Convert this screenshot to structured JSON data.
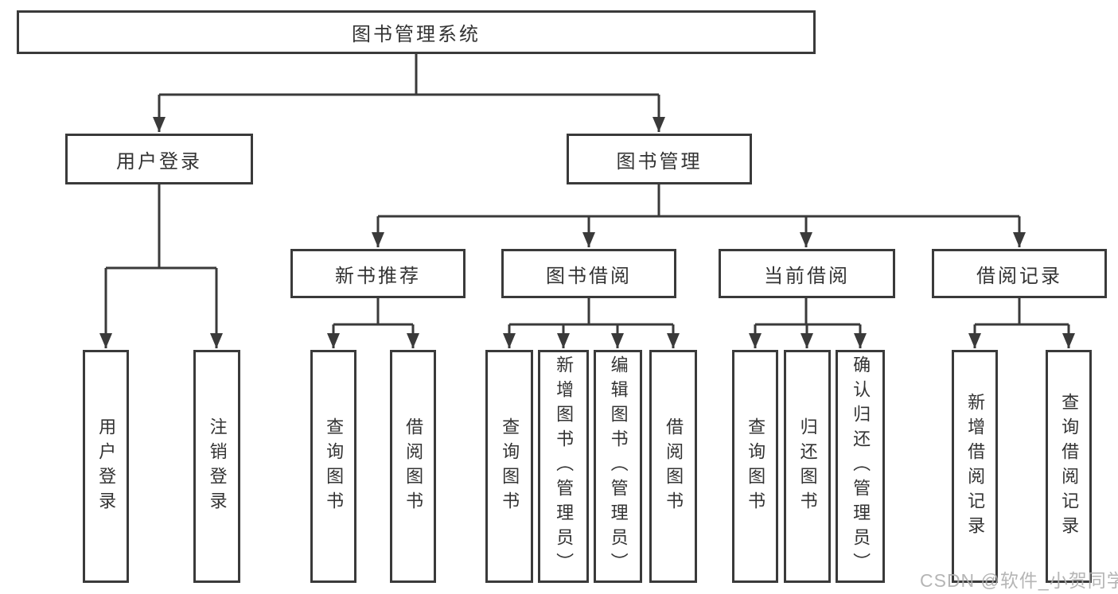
{
  "colors": {
    "line": "#3a3a3a",
    "box_border": "#3a3a3a",
    "text": "#333333",
    "watermark": "#aeaeae",
    "background": "#ffffff"
  },
  "tree": {
    "root": {
      "label": "图书管理系统",
      "children": [
        {
          "label": "用户登录",
          "children": [
            {
              "label": "用户登录"
            },
            {
              "label": "注销登录"
            }
          ]
        },
        {
          "label": "图书管理",
          "children": [
            {
              "label": "新书推荐",
              "children": [
                {
                  "label": "查询图书"
                },
                {
                  "label": "借阅图书"
                }
              ]
            },
            {
              "label": "图书借阅",
              "children": [
                {
                  "label": "查询图书"
                },
                {
                  "label": "新增图书（管理员）"
                },
                {
                  "label": "编辑图书（管理员）"
                },
                {
                  "label": "借阅图书"
                }
              ]
            },
            {
              "label": "当前借阅",
              "children": [
                {
                  "label": "查询图书"
                },
                {
                  "label": "归还图书"
                },
                {
                  "label": "确认归还（管理员）"
                }
              ]
            },
            {
              "label": "借阅记录",
              "children": [
                {
                  "label": "新增借阅记录"
                },
                {
                  "label": "查询借阅记录"
                }
              ]
            }
          ]
        }
      ]
    }
  },
  "watermark": {
    "text": "CSDN @软件_小贺同学"
  }
}
